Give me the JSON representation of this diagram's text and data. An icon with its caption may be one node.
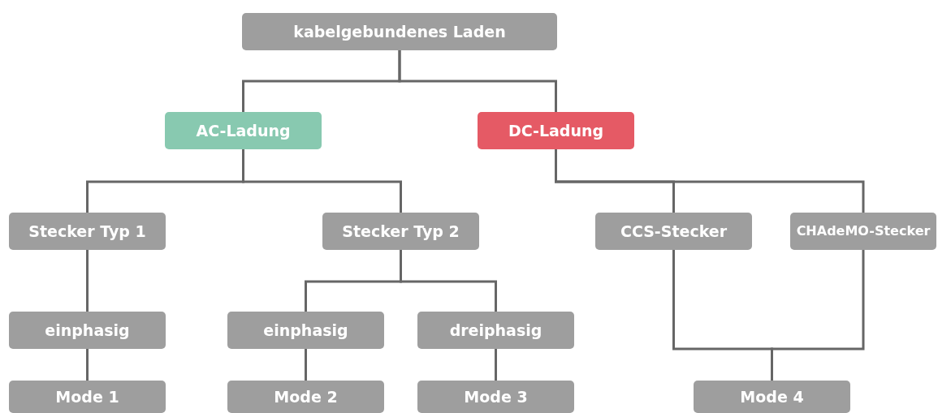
{
  "diagram": {
    "nodes": [
      {
        "text": [
          "kabelgebundenes Laden"
        ]
      },
      {
        "text": [
          "AC-Ladung"
        ]
      },
      {
        "text": [
          "DC-Ladung"
        ]
      },
      {
        "text": [
          "Stecker Typ 1"
        ]
      },
      {
        "text": [
          "Stecker Typ 2"
        ]
      },
      {
        "text": [
          "CCS-Stecker"
        ]
      },
      {
        "text": [
          "CHAdeMO-Stecker"
        ]
      },
      {
        "text": [
          "einphasig"
        ]
      },
      {
        "text": [
          "einphasig"
        ]
      },
      {
        "text": [
          "dreiphasig"
        ]
      },
      {
        "text": [
          "Mode 1"
        ]
      },
      {
        "text": [
          "Mode 2"
        ]
      },
      {
        "text": [
          "Mode 3"
        ]
      },
      {
        "text": [
          "Mode 4"
        ]
      }
    ],
    "edges": [
      {
        "from": 0,
        "to": 1,
        "arrow": "none"
      },
      {
        "from": 0,
        "to": 2,
        "arrow": "none"
      },
      {
        "from": 1,
        "to": 3,
        "arrow": "none"
      },
      {
        "from": 1,
        "to": 4,
        "arrow": "none"
      },
      {
        "from": 2,
        "to": 5,
        "arrow": "none"
      },
      {
        "from": 2,
        "to": 6,
        "arrow": "none"
      },
      {
        "from": 3,
        "to": 7,
        "arrow": "none"
      },
      {
        "from": 4,
        "to": 8,
        "arrow": "none"
      },
      {
        "from": 4,
        "to": 9,
        "arrow": "none"
      },
      {
        "from": 7,
        "to": 10,
        "arrow": "none"
      },
      {
        "from": 8,
        "to": 11,
        "arrow": "none"
      },
      {
        "from": 9,
        "to": 12,
        "arrow": "none"
      },
      {
        "from": 5,
        "to": 13,
        "arrow": "none"
      },
      {
        "from": 6,
        "to": 13,
        "arrow": "none"
      }
    ]
  }
}
